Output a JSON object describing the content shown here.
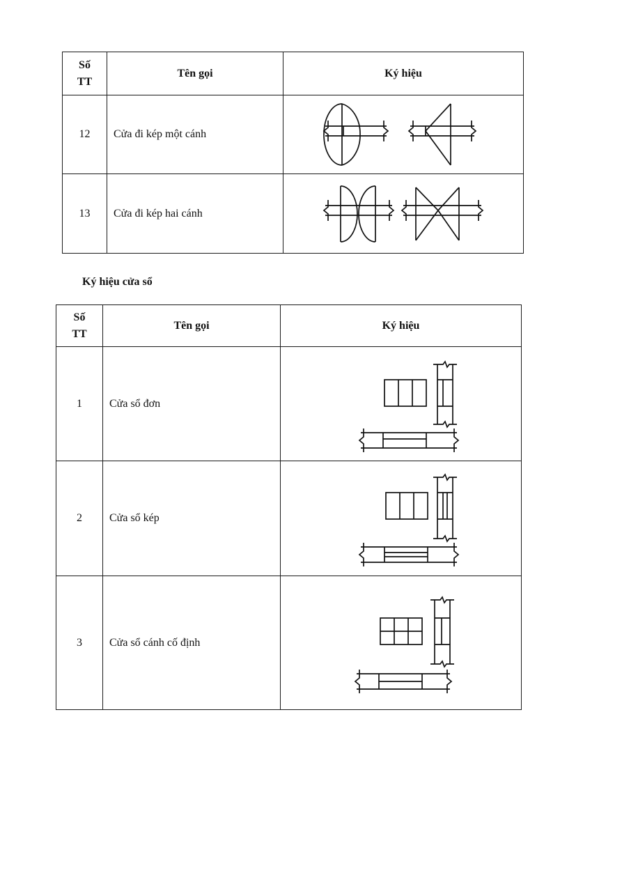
{
  "door_table": {
    "headers": {
      "stt": "Số\nTT",
      "name": "Tên gọi",
      "symbol": "Ký hiệu"
    },
    "rows": [
      {
        "stt": "12",
        "name": "Cửa đi kép một cánh",
        "symbols": [
          "double-door-single-leaf-arc-icon",
          "double-door-single-leaf-triangle-icon"
        ]
      },
      {
        "stt": "13",
        "name": "Cửa đi kép hai cánh",
        "symbols": [
          "double-door-double-leaf-arc-icon",
          "double-door-double-leaf-triangle-icon"
        ]
      }
    ]
  },
  "window_section": {
    "title": "Ký hiệu cửa sổ"
  },
  "window_table": {
    "headers": {
      "stt": "Số\nTT",
      "name": "Tên gọi",
      "symbol": "Ký hiệu"
    },
    "rows": [
      {
        "stt": "1",
        "name": "Cửa sổ đơn",
        "symbols": [
          "single-window-icon"
        ]
      },
      {
        "stt": "2",
        "name": "Cửa sổ kép",
        "symbols": [
          "double-window-icon"
        ]
      },
      {
        "stt": "3",
        "name": "Cửa sổ cánh cố định",
        "symbols": [
          "fixed-window-icon"
        ]
      }
    ]
  }
}
